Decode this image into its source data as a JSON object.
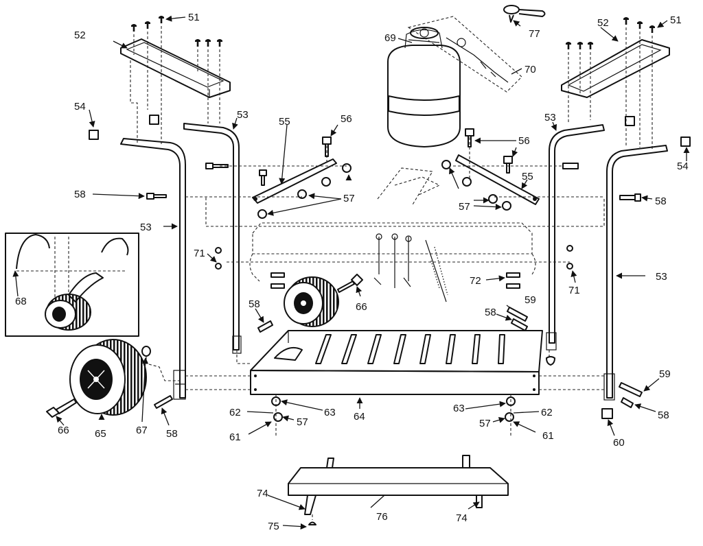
{
  "callouts": [
    {
      "id": "c51a",
      "text": "51"
    },
    {
      "id": "c51b",
      "text": "51"
    },
    {
      "id": "c52a",
      "text": "52"
    },
    {
      "id": "c52b",
      "text": "52"
    },
    {
      "id": "c53a",
      "text": "53"
    },
    {
      "id": "c53b",
      "text": "53"
    },
    {
      "id": "c53c",
      "text": "53"
    },
    {
      "id": "c53d",
      "text": "53"
    },
    {
      "id": "c54a",
      "text": "54"
    },
    {
      "id": "c54b",
      "text": "54"
    },
    {
      "id": "c55a",
      "text": "55"
    },
    {
      "id": "c55b",
      "text": "55"
    },
    {
      "id": "c56a",
      "text": "56"
    },
    {
      "id": "c56b",
      "text": "56"
    },
    {
      "id": "c57a",
      "text": "57"
    },
    {
      "id": "c57b",
      "text": "57"
    },
    {
      "id": "c57c",
      "text": "57"
    },
    {
      "id": "c57d",
      "text": "57"
    },
    {
      "id": "c58a",
      "text": "58"
    },
    {
      "id": "c58b",
      "text": "58"
    },
    {
      "id": "c58c",
      "text": "58"
    },
    {
      "id": "c58d",
      "text": "58"
    },
    {
      "id": "c58e",
      "text": "58"
    },
    {
      "id": "c58f",
      "text": "58"
    },
    {
      "id": "c59a",
      "text": "59"
    },
    {
      "id": "c59b",
      "text": "59"
    },
    {
      "id": "c60",
      "text": "60"
    },
    {
      "id": "c61a",
      "text": "61"
    },
    {
      "id": "c61b",
      "text": "61"
    },
    {
      "id": "c62a",
      "text": "62"
    },
    {
      "id": "c62b",
      "text": "62"
    },
    {
      "id": "c63a",
      "text": "63"
    },
    {
      "id": "c63b",
      "text": "63"
    },
    {
      "id": "c64",
      "text": "64"
    },
    {
      "id": "c65",
      "text": "65"
    },
    {
      "id": "c66a",
      "text": "66"
    },
    {
      "id": "c66b",
      "text": "66"
    },
    {
      "id": "c67",
      "text": "67"
    },
    {
      "id": "c68",
      "text": "68"
    },
    {
      "id": "c69",
      "text": "69"
    },
    {
      "id": "c70",
      "text": "70"
    },
    {
      "id": "c71a",
      "text": "71"
    },
    {
      "id": "c71b",
      "text": "71"
    },
    {
      "id": "c72",
      "text": "72"
    },
    {
      "id": "c74a",
      "text": "74"
    },
    {
      "id": "c74b",
      "text": "74"
    },
    {
      "id": "c75",
      "text": "75"
    },
    {
      "id": "c76",
      "text": "76"
    },
    {
      "id": "c77",
      "text": "77"
    }
  ]
}
